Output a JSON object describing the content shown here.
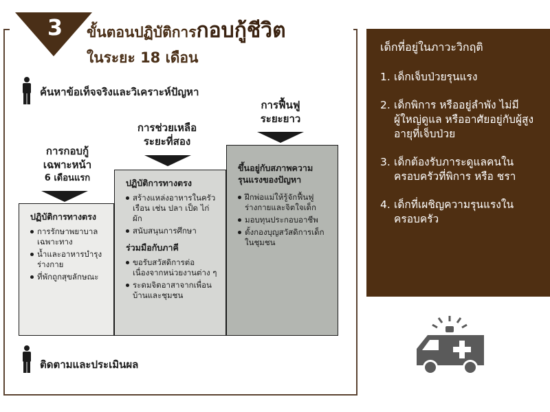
{
  "header": {
    "step_number": "3",
    "title_part1": "ขั้นตอนปฏิบัติการ",
    "title_part2": "กอบกู้ชีวิต",
    "subtitle": "ในระยะ 18 เดือน"
  },
  "analysis_label": "ค้นหาข้อเท็จจริงและวิเคราะห์ปัญหา",
  "monitor_label": "ติดตามและประเมินผล",
  "phases": [
    {
      "heading": [
        "การกอบกู้",
        "เฉพาะหน้า",
        "6 เดือนแรก"
      ],
      "section_title": "ปฏิบัติการทางตรง",
      "items": [
        "การรักษาพยาบาลเฉพาะทาง",
        "น้ำและอาหารบำรุงร่างกาย",
        "ที่พักถูกสุขลักษณะ"
      ]
    },
    {
      "heading": [
        "การช่วยเหลือ",
        "ระยะที่สอง"
      ],
      "section_title": "ปฏิบัติการทางตรง",
      "items": [
        "สร้างแหล่งอาหารในครัวเรือน เช่น ปลา เป็ด ไก่ ผัก",
        "สนับสนุนการศึกษา"
      ],
      "section2_title": "ร่วมมือกับภาคี",
      "items2": [
        "ขอรับสวัสดิการต่อเนื่องจากหน่วยงานต่าง ๆ",
        "ระดมจิตอาสาจากเพื่อนบ้านและชุมชน"
      ]
    },
    {
      "heading": [
        "การฟื้นฟู",
        "ระยะยาว"
      ],
      "section_title": "ขึ้นอยู่กับสภาพความรุนแรงของปัญหา",
      "items": [
        "ฝึกพ่อแม่ให้รู้จักฟื้นฟูร่างกายและจิตใจเด็ก",
        "มอบทุนประกอบอาชีพ",
        "ตั้งกองบุญสวัสดิการเด็กในชุมชน"
      ]
    }
  ],
  "panel": {
    "title": "เด็กที่อยู่ในภาวะวิกฤติ",
    "items": [
      {
        "num": "1.",
        "text": "เด็กเจ็บป่วยรุนแรง"
      },
      {
        "num": "2.",
        "text": "เด็กพิการ หรืออยู่ลำพัง ไม่มีผู้ใหญ่ดูแล หรืออาศัยอยู่กับผู้สูงอายุที่เจ็บป่วย"
      },
      {
        "num": "3.",
        "text": "เด็กต้องรับภาระดูแลคนในครอบครัวที่พิการ หรือ ชรา"
      },
      {
        "num": "4.",
        "text": "เด็กที่เผชิญความรุนแรงในครอบครัว"
      }
    ]
  },
  "colors": {
    "brown_dark": "#4a2f17",
    "panel_brown": "#4f2f12",
    "box1": "#ececea",
    "box2": "#d6d7d4",
    "box3": "#b3b6b1",
    "ambulance": "#5a5a5a"
  },
  "icons": [
    "person-icon",
    "ambulance-icon"
  ]
}
